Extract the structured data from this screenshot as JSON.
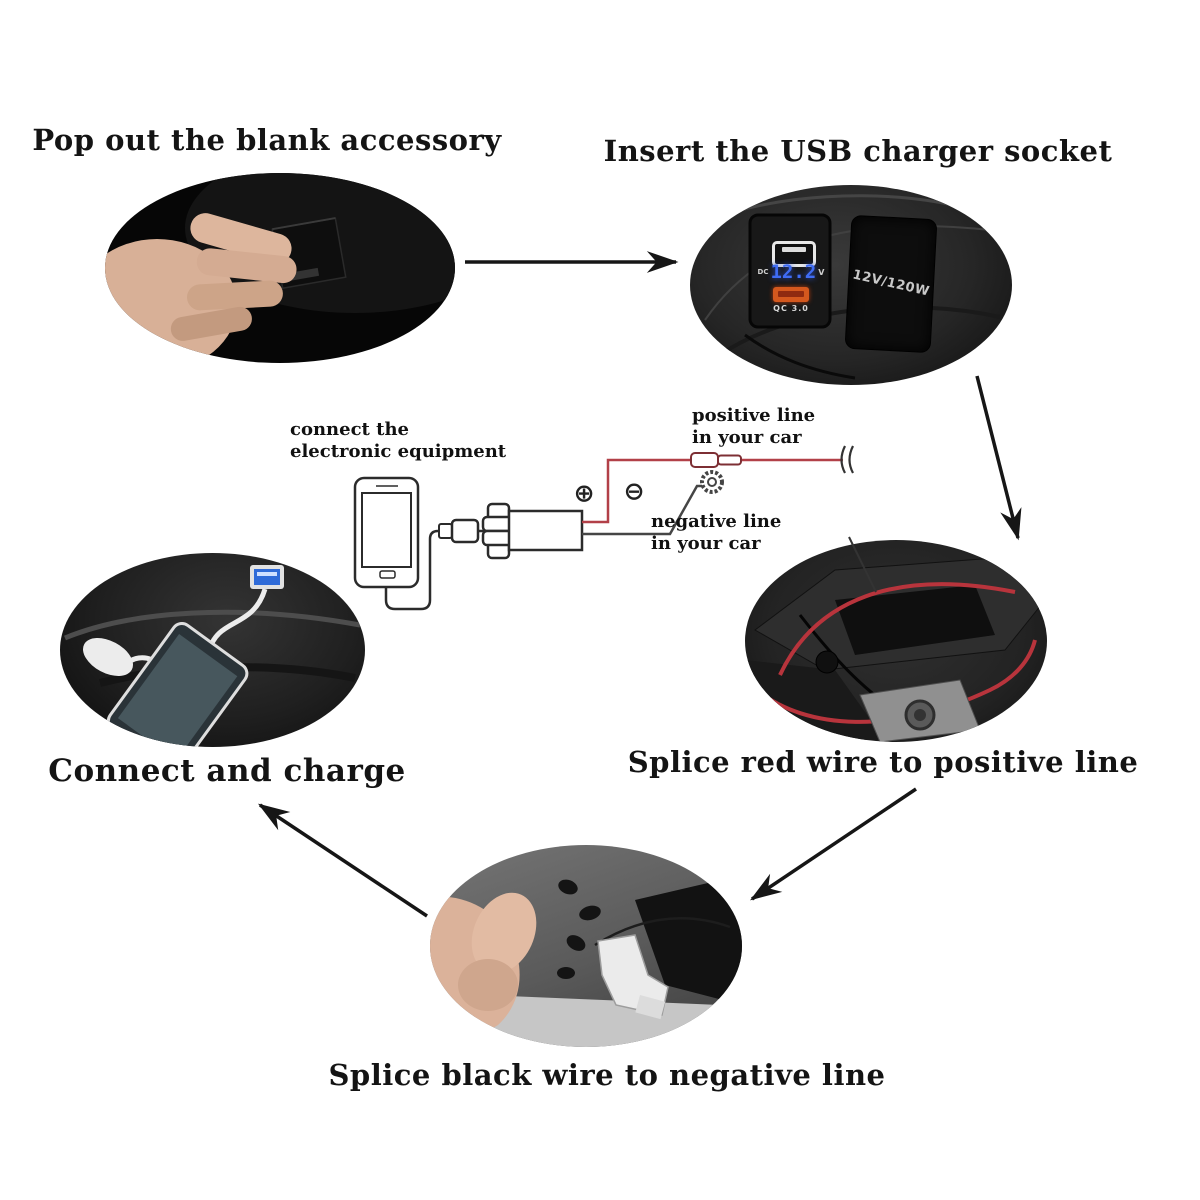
{
  "captions": {
    "pop_out": "Pop out the blank accessory",
    "insert": "Insert the USB charger socket",
    "connect_charge": "Connect and charge",
    "splice_red": "Splice red wire to positive line",
    "splice_black": "Splice black wire to negative line"
  },
  "wiring_labels": {
    "equipment_l1": "connect the",
    "equipment_l2": "electronic equipment",
    "positive_l1": "positive line",
    "positive_l2": "in your car",
    "negative_l1": "negative line",
    "negative_l2": "in your car",
    "plus_symbol": "⊕",
    "minus_symbol": "⊖"
  },
  "socket_labels": {
    "dc": "DC",
    "volts": "12.2",
    "volt_unit": "V",
    "qc": "QC 3.0",
    "blank_cover": "12V/120W"
  },
  "colors": {
    "background": "#ffffff",
    "text": "#141414",
    "arrow": "#161616",
    "positive_wire": "#b24048",
    "negative_wire": "#454545",
    "voltmeter_blue": "#3f6cf5",
    "qc_port_orange": "#d4581e"
  }
}
